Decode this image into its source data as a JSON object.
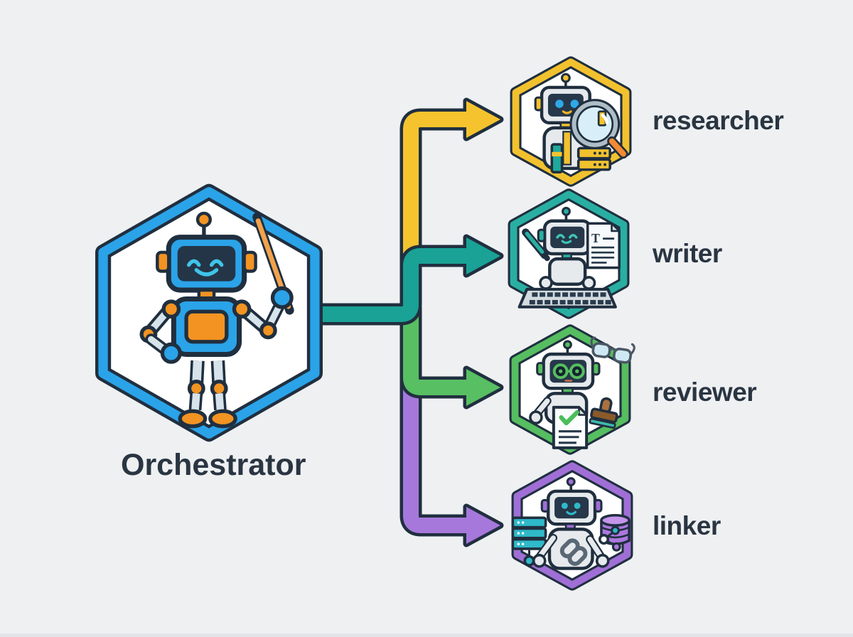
{
  "diagram": {
    "background_color": "#EEF0F2",
    "outline_color": "#202F3F",
    "label_color": "#2A3542",
    "robot_colors": {
      "body_gray": "#E6EAED",
      "screen_navy": "#26384A",
      "cyan": "#3FC4E8",
      "orange": "#F29322"
    },
    "orchestrator": {
      "id": "orchestrator",
      "label": "Orchestrator",
      "accent": "#2BA3E8",
      "icon": "robot-conductor-icon"
    },
    "agents": [
      {
        "id": "researcher",
        "label": "researcher",
        "accent": "#F2C12E",
        "arrow_color": "#F5C32E",
        "icon": "robot-magnifier-icon"
      },
      {
        "id": "writer",
        "label": "writer",
        "accent": "#29AFA2",
        "arrow_color": "#19A295",
        "icon": "robot-keyboard-icon"
      },
      {
        "id": "reviewer",
        "label": "reviewer",
        "accent": "#56BD60",
        "arrow_color": "#58BF63",
        "icon": "robot-approval-icon"
      },
      {
        "id": "linker",
        "label": "linker",
        "accent": "#A06FD6",
        "arrow_color": "#A678DB",
        "icon": "robot-chain-icon"
      }
    ]
  }
}
